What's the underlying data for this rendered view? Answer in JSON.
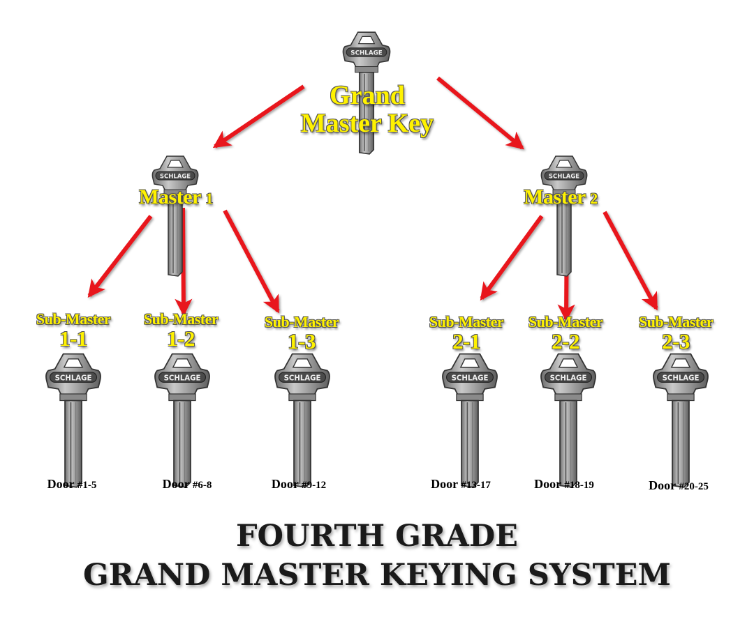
{
  "colors": {
    "arrow": "#e8141b",
    "label_fill": "#fff200",
    "label_shadow": "#555555",
    "key_metal": "#9a9a9a",
    "title": "#1a1a1a"
  },
  "diagram": {
    "grand_master": {
      "line1": "Grand",
      "line2": "Master Key",
      "brand": "SCHLAGE"
    },
    "masters": [
      {
        "word": "Master",
        "num": "1",
        "brand": "SCHLAGE"
      },
      {
        "word": "Master",
        "num": "2",
        "brand": "SCHLAGE"
      }
    ],
    "sub_masters": [
      {
        "word": "Sub-Master",
        "code": "1-1",
        "brand": "SCHLAGE",
        "door": "Door",
        "doors": "#1-5"
      },
      {
        "word": "Sub-Master",
        "code": "1-2",
        "brand": "SCHLAGE",
        "door": "Door",
        "doors": "#6-8"
      },
      {
        "word": "Sub-Master",
        "code": "1-3",
        "brand": "SCHLAGE",
        "door": "Door",
        "doors": "#9-12"
      },
      {
        "word": "Sub-Master",
        "code": "2-1",
        "brand": "SCHLAGE",
        "door": "Door",
        "doors": "#13-17"
      },
      {
        "word": "Sub-Master",
        "code": "2-2",
        "brand": "SCHLAGE",
        "door": "Door",
        "doors": "#18-19"
      },
      {
        "word": "Sub-Master",
        "code": "2-3",
        "brand": "SCHLAGE",
        "door": "Door",
        "doors": "#20-25"
      }
    ]
  },
  "title": {
    "line1": "FOURTH GRADE",
    "line2": "GRAND MASTER KEYING SYSTEM"
  }
}
